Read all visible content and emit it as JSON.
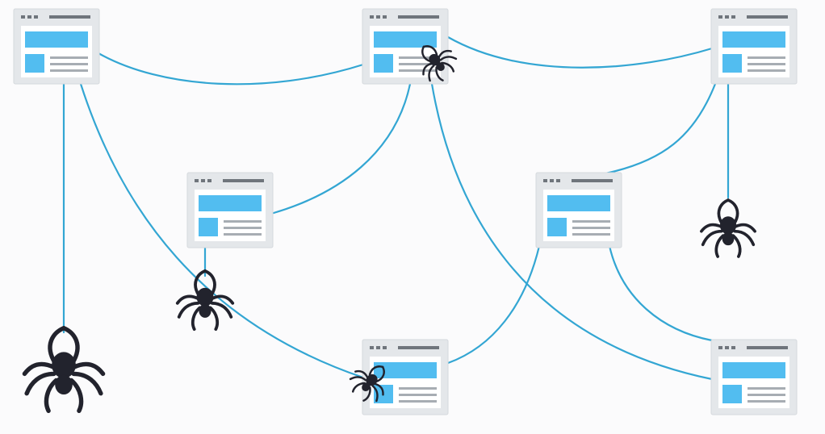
{
  "diagram": {
    "colors": {
      "background": "#fbfbfc",
      "thread": "#33a6d3",
      "accent": "#52bdf0",
      "spider": "#22232d",
      "frame": "#e4e7ea"
    },
    "pages": [
      {
        "id": "page-top-left",
        "icon": "webpage-icon"
      },
      {
        "id": "page-top-center",
        "icon": "webpage-icon"
      },
      {
        "id": "page-top-right",
        "icon": "webpage-icon"
      },
      {
        "id": "page-middle-left",
        "icon": "webpage-icon"
      },
      {
        "id": "page-middle-right",
        "icon": "webpage-icon"
      },
      {
        "id": "page-bottom-center",
        "icon": "webpage-icon"
      },
      {
        "id": "page-bottom-right",
        "icon": "webpage-icon"
      }
    ],
    "links": [
      {
        "from": "page-top-left",
        "to": "page-top-center"
      },
      {
        "from": "page-top-center",
        "to": "page-top-right"
      },
      {
        "from": "page-top-left",
        "to": "page-bottom-center"
      },
      {
        "from": "page-top-center",
        "to": "page-middle-left"
      },
      {
        "from": "page-top-center",
        "to": "page-bottom-right"
      },
      {
        "from": "page-top-right",
        "to": "page-middle-right"
      },
      {
        "from": "page-middle-right",
        "to": "page-bottom-center"
      },
      {
        "from": "page-middle-right",
        "to": "page-bottom-right"
      }
    ],
    "spiders": [
      {
        "id": "spider-hanging-left",
        "icon": "spider-icon"
      },
      {
        "id": "spider-on-thread",
        "icon": "spider-icon"
      },
      {
        "id": "spider-top-center",
        "icon": "spider-icon"
      },
      {
        "id": "spider-bottom-center",
        "icon": "spider-icon"
      },
      {
        "id": "spider-hanging-right",
        "icon": "spider-icon"
      }
    ]
  }
}
